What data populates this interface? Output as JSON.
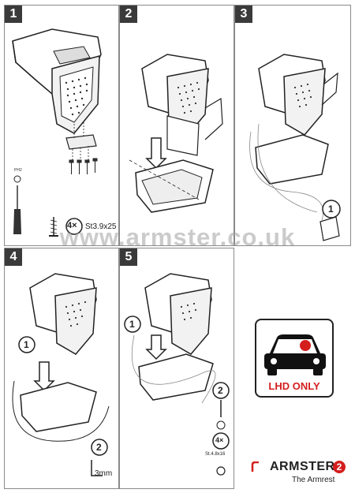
{
  "steps": [
    {
      "number": "1"
    },
    {
      "number": "2"
    },
    {
      "number": "3"
    },
    {
      "number": "4"
    },
    {
      "number": "5"
    }
  ],
  "step1": {
    "screw_qty": "4×",
    "screw_spec": "St3.9x25",
    "screwdriver_label": "PH2"
  },
  "step3": {
    "callout": "1"
  },
  "step4": {
    "callout_1": "1",
    "callout_2": "2",
    "gap_label": "3mm"
  },
  "step5": {
    "callout_1": "1",
    "callout_2": "2",
    "screw_qty": "4×",
    "screw_spec": "St.4.8x16"
  },
  "watermark": "www.armster.co.uk",
  "badge": {
    "text": "LHD ONLY",
    "text_color": "#d41e1e"
  },
  "brand": {
    "name": "ARMSTER",
    "model": "2",
    "tagline": "The Armrest",
    "accent_color": "#d41e1e"
  }
}
